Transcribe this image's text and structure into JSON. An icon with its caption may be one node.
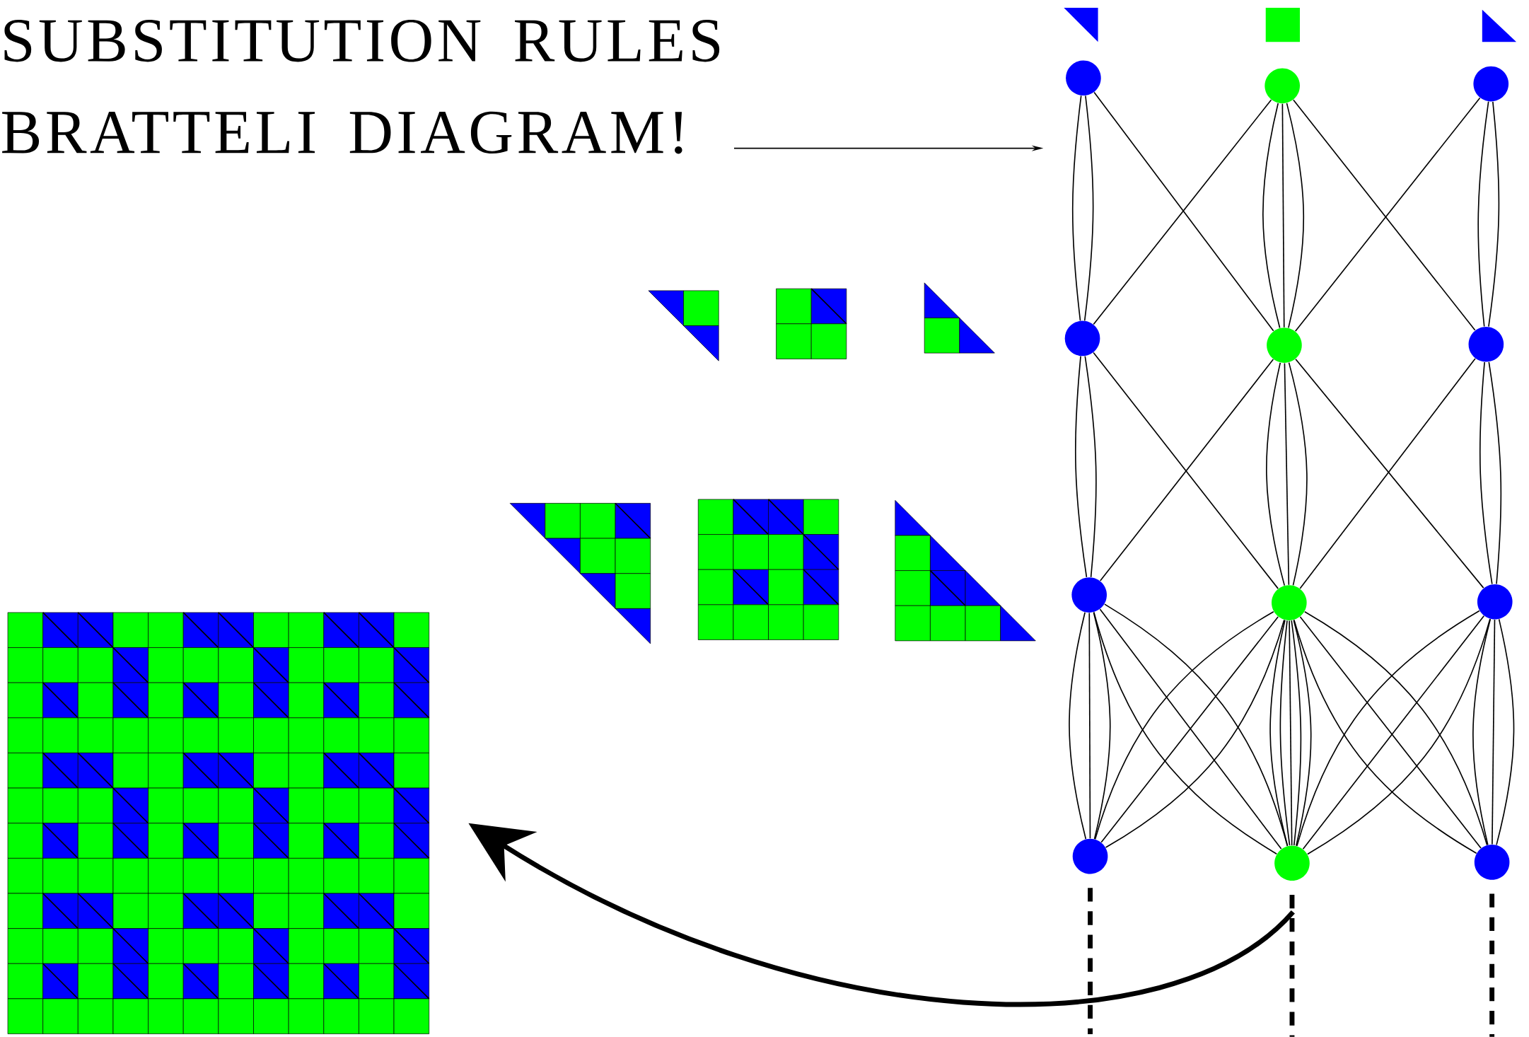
{
  "diagram": {
    "nodes": [
      {
        "text": [
          "SUBSTITUTION RULES BRATTELI DIAGRAM!"
        ]
      },
      {
        "text": [],
        "shape": "circle"
      },
      {
        "text": [],
        "shape": "circle"
      },
      {
        "text": [],
        "shape": "circle"
      },
      {
        "text": [],
        "shape": "circle"
      },
      {
        "text": [],
        "shape": "circle"
      },
      {
        "text": [],
        "shape": "circle"
      },
      {
        "text": [],
        "shape": "circle"
      },
      {
        "text": [],
        "shape": "circle"
      },
      {
        "text": [],
        "shape": "circle"
      },
      {
        "text": [],
        "shape": "circle"
      },
      {
        "text": [],
        "shape": "circle"
      },
      {
        "text": [],
        "shape": "circle"
      },
      {
        "text": [],
        "shape": "picture"
      }
    ],
    "edges": [
      {
        "from": 0,
        "to": null,
        "arrow": "to"
      },
      {
        "from": 1,
        "to": 4,
        "arrow": "none"
      },
      {
        "from": 1,
        "to": 4,
        "arrow": "none"
      },
      {
        "from": 1,
        "to": 5,
        "arrow": "none"
      },
      {
        "from": 2,
        "to": 4,
        "arrow": "none"
      },
      {
        "from": 2,
        "to": 5,
        "arrow": "none"
      },
      {
        "from": 2,
        "to": 5,
        "arrow": "none"
      },
      {
        "from": 2,
        "to": 5,
        "arrow": "none"
      },
      {
        "from": 2,
        "to": 6,
        "arrow": "none"
      },
      {
        "from": 3,
        "to": 6,
        "arrow": "none"
      },
      {
        "from": 3,
        "to": 6,
        "arrow": "none"
      },
      {
        "from": 3,
        "to": 5,
        "arrow": "none"
      },
      {
        "from": 4,
        "to": 7,
        "arrow": "none"
      },
      {
        "from": 4,
        "to": 7,
        "arrow": "none"
      },
      {
        "from": 4,
        "to": 8,
        "arrow": "none"
      },
      {
        "from": 5,
        "to": 7,
        "arrow": "none"
      },
      {
        "from": 5,
        "to": 8,
        "arrow": "none"
      },
      {
        "from": 5,
        "to": 8,
        "arrow": "none"
      },
      {
        "from": 5,
        "to": 8,
        "arrow": "none"
      },
      {
        "from": 5,
        "to": 9,
        "arrow": "none"
      },
      {
        "from": 6,
        "to": 9,
        "arrow": "none"
      },
      {
        "from": 6,
        "to": 9,
        "arrow": "none"
      },
      {
        "from": 6,
        "to": 8,
        "arrow": "none"
      },
      {
        "from": 7,
        "to": 10,
        "arrow": "none"
      },
      {
        "from": 7,
        "to": 10,
        "arrow": "none"
      },
      {
        "from": 7,
        "to": 10,
        "arrow": "none"
      },
      {
        "from": 7,
        "to": 11,
        "arrow": "none"
      },
      {
        "from": 7,
        "to": 11,
        "arrow": "none"
      },
      {
        "from": 7,
        "to": 11,
        "arrow": "none"
      },
      {
        "from": 8,
        "to": 10,
        "arrow": "none"
      },
      {
        "from": 8,
        "to": 10,
        "arrow": "none"
      },
      {
        "from": 8,
        "to": 10,
        "arrow": "none"
      },
      {
        "from": 8,
        "to": 11,
        "arrow": "none"
      },
      {
        "from": 8,
        "to": 11,
        "arrow": "none"
      },
      {
        "from": 8,
        "to": 11,
        "arrow": "none"
      },
      {
        "from": 8,
        "to": 11,
        "arrow": "none"
      },
      {
        "from": 8,
        "to": 11,
        "arrow": "none"
      },
      {
        "from": 8,
        "to": 12,
        "arrow": "none"
      },
      {
        "from": 8,
        "to": 12,
        "arrow": "none"
      },
      {
        "from": 8,
        "to": 12,
        "arrow": "none"
      },
      {
        "from": 9,
        "to": 12,
        "arrow": "none"
      },
      {
        "from": 9,
        "to": 12,
        "arrow": "none"
      },
      {
        "from": 9,
        "to": 12,
        "arrow": "none"
      },
      {
        "from": 9,
        "to": 11,
        "arrow": "none"
      },
      {
        "from": 9,
        "to": 11,
        "arrow": "none"
      },
      {
        "from": 9,
        "to": 11,
        "arrow": "none"
      },
      {
        "from": 10,
        "to": null,
        "arrow": "none",
        "style": "dashed"
      },
      {
        "from": 11,
        "to": null,
        "arrow": "none",
        "style": "dashed"
      },
      {
        "from": 12,
        "to": null,
        "arrow": "none",
        "style": "dashed"
      },
      {
        "from": null,
        "to": 13,
        "arrow": "to",
        "style": "thick"
      }
    ]
  }
}
